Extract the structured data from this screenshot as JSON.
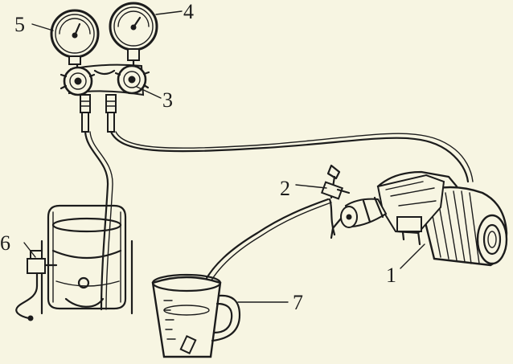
{
  "callouts": [
    {
      "id": "1",
      "text": "1"
    },
    {
      "id": "2",
      "text": "2"
    },
    {
      "id": "3",
      "text": "3"
    },
    {
      "id": "4",
      "text": "4"
    },
    {
      "id": "5",
      "text": "5"
    },
    {
      "id": "6",
      "text": "6"
    },
    {
      "id": "7",
      "text": "7"
    }
  ],
  "colors": {
    "ink": "#1c1c1c",
    "paper": "#f7f5e2"
  }
}
